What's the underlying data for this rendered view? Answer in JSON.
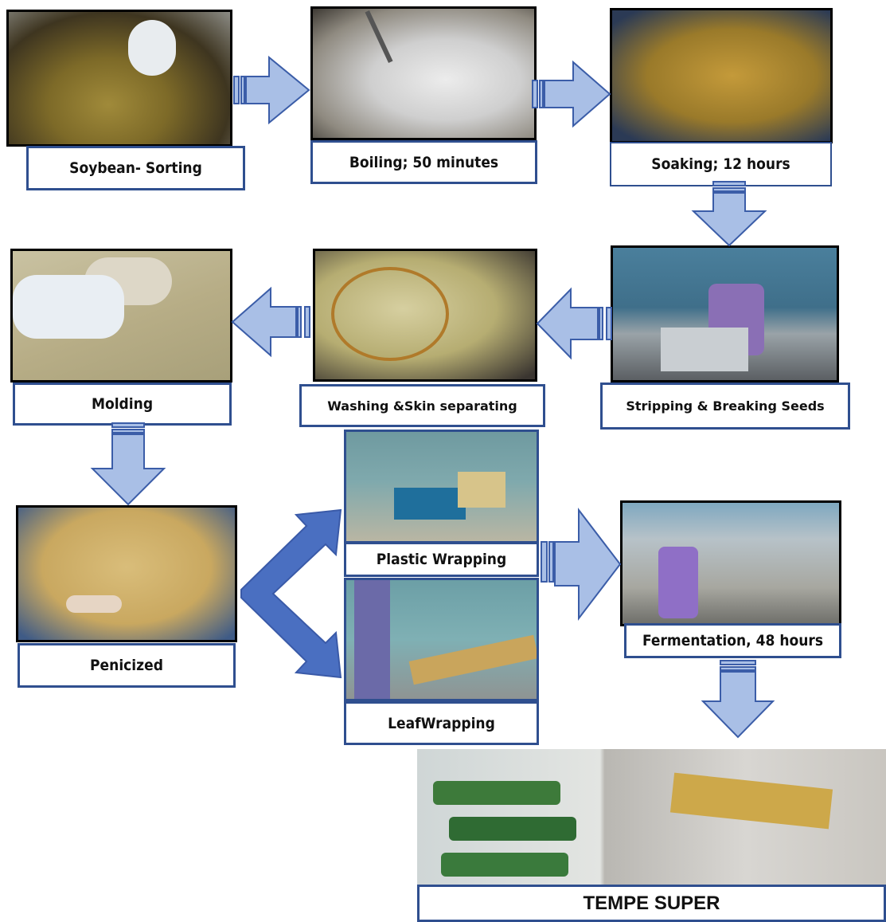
{
  "steps": {
    "sorting": "Soybean- Sorting",
    "boiling": "Boiling; 50 minutes",
    "soaking": "Soaking; 12 hours",
    "stripping": "Stripping & Breaking Seeds",
    "washing": "Washing &Skin separating",
    "molding": "Molding",
    "penicized": "Penicized",
    "plastic": "Plastic Wrapping",
    "leaf": "LeafWrapping",
    "fermentation": "Fermentation, 48 hours",
    "result": "TEMPE SUPER"
  },
  "colors": {
    "arrow_fill": "#a9bfe6",
    "arrow_stroke": "#3b5da8",
    "split_arrow": "#4a6fc1",
    "label_border": "#2f4f8f"
  }
}
